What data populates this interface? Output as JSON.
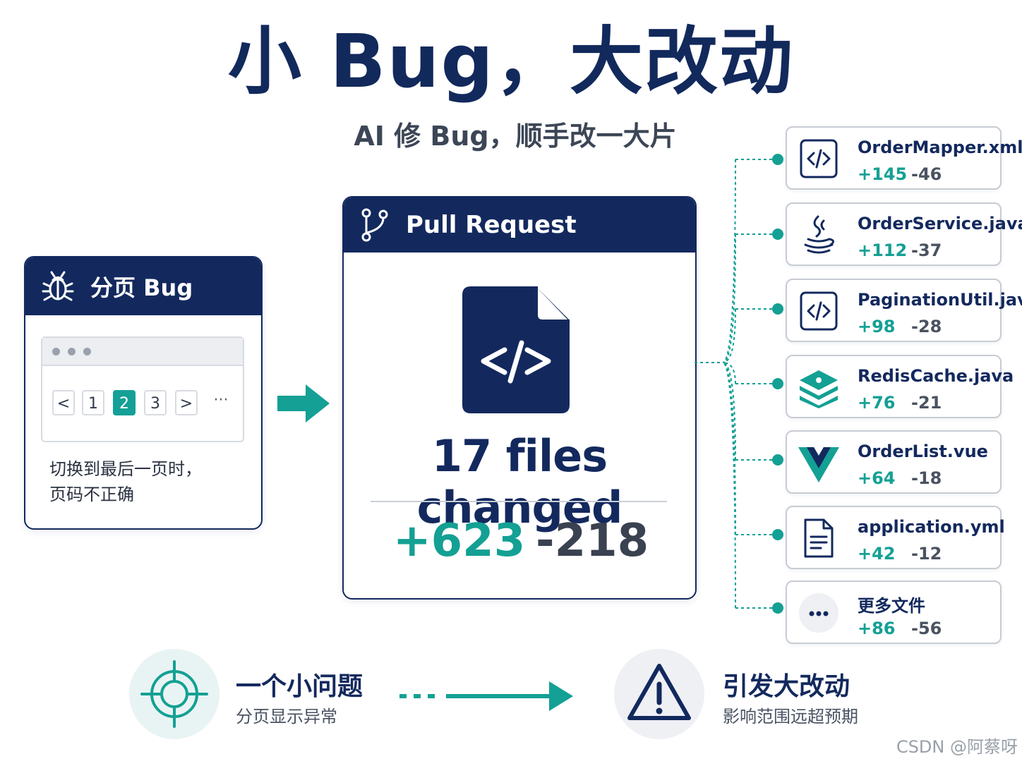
{
  "title": "小 Bug，大改动",
  "subtitle": "AI 修 Bug，顺手改一大片",
  "bug_card": {
    "title": "分页 Bug",
    "icon": "bug-icon",
    "pagination": {
      "prev": "<",
      "pages": [
        "1",
        "2",
        "3"
      ],
      "active_page": "2",
      "next": ">",
      "more": "···"
    },
    "description_line1": "切换到最后一页时，",
    "description_line2": "页码不正确"
  },
  "pull_request": {
    "title": "Pull Request",
    "icon": "git-branch-icon",
    "summary": "17 files changed",
    "additions": "+623",
    "deletions": "-218"
  },
  "files": [
    {
      "name": "OrderMapper.xml",
      "additions": "+145",
      "deletions": "-46",
      "icon": "code-icon"
    },
    {
      "name": "OrderService.java",
      "additions": "+112",
      "deletions": "-37",
      "icon": "java-icon"
    },
    {
      "name": "PaginationUtil.java",
      "additions": "+98",
      "deletions": "-28",
      "icon": "code-icon"
    },
    {
      "name": "RedisCache.java",
      "additions": "+76",
      "deletions": "-21",
      "icon": "layers-icon"
    },
    {
      "name": "OrderList.vue",
      "additions": "+64",
      "deletions": "-18",
      "icon": "vue-icon"
    },
    {
      "name": "application.yml",
      "additions": "+42",
      "deletions": "-12",
      "icon": "document-icon"
    },
    {
      "name": "更多文件",
      "additions": "+86",
      "deletions": "-56",
      "icon": "more-icon"
    }
  ],
  "bottom": {
    "left_title": "一个小问题",
    "left_subtitle": "分页显示异常",
    "right_title": "引发大改动",
    "right_subtitle": "影响范围远超预期"
  },
  "colors": {
    "navy": "#13295e",
    "teal": "#14a094",
    "gray_text": "#3a4150"
  },
  "watermark": "CSDN @阿蔡呀"
}
